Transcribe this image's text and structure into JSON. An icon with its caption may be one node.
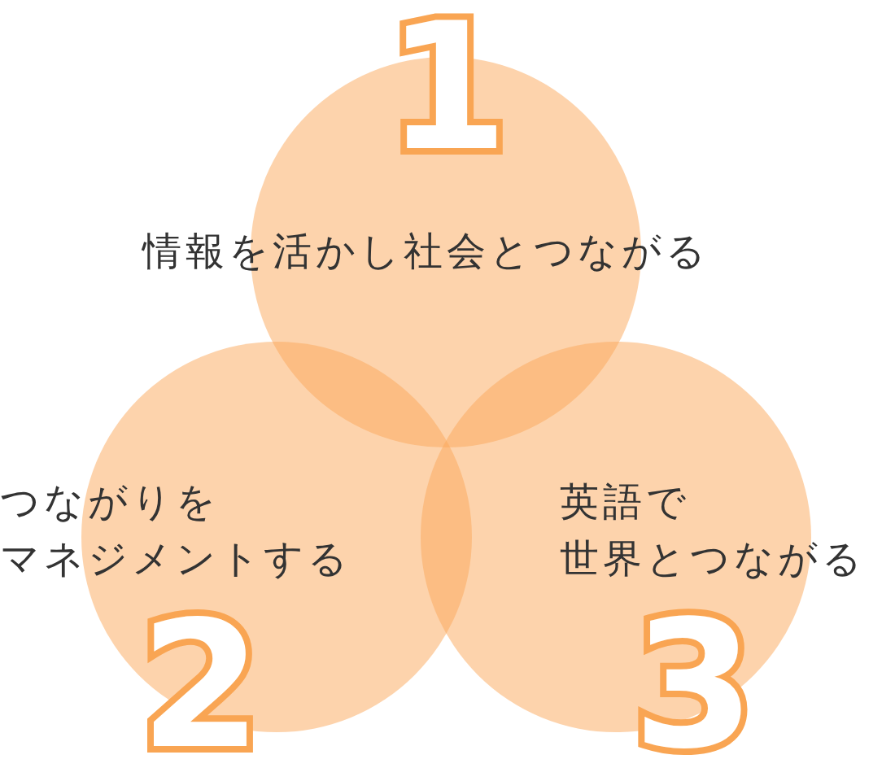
{
  "diagram": {
    "nodes": [
      {
        "text": [
          "1",
          "情報を活かし社会とつながる"
        ]
      },
      {
        "text": [
          "つながりを",
          "マネジメントする",
          "2"
        ]
      },
      {
        "text": [
          "英語で",
          "世界とつながる",
          "3"
        ]
      }
    ]
  }
}
